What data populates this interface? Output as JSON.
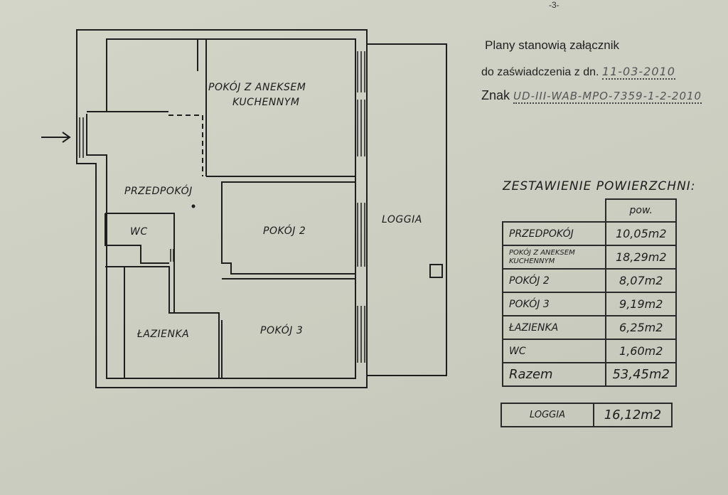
{
  "page_number": "-3-",
  "header": {
    "line1": "Plany stanowią załącznik",
    "line2_label": "do zaświadczenia z dn.",
    "line2_value": "11-03-2010",
    "line3_label": "Znak",
    "line3_value": "UD-III-WAB-MPO-7359-1-2-2010"
  },
  "plan": {
    "rooms": {
      "kitchen_line1": "POKÓJ Z ANEKSEM",
      "kitchen_line2": "KUCHENNYM",
      "hall": "PRZEDPOKÓJ",
      "wc": "WC",
      "room2": "POKÓJ 2",
      "room3": "POKÓJ 3",
      "bathroom": "ŁAZIENKA",
      "loggia": "LOGGIA"
    }
  },
  "summary": {
    "title": "ZESTAWIENIE POWIERZCHNI:",
    "column_header": "pow.",
    "rows": [
      {
        "name": "PRZEDPOKÓJ",
        "area": "10,05m2"
      },
      {
        "name": "POKÓJ Z ANEKSEM KUCHENNYM",
        "area": "18,29m2"
      },
      {
        "name": "POKÓJ 2",
        "area": "8,07m2"
      },
      {
        "name": "POKÓJ 3",
        "area": "9,19m2"
      },
      {
        "name": "ŁAZIENKA",
        "area": "6,25m2"
      },
      {
        "name": "WC",
        "area": "1,60m2"
      }
    ],
    "total_label": "Razem",
    "total_area": "53,45m2",
    "loggia_label": "LOGGIA",
    "loggia_area": "16,12m2"
  }
}
